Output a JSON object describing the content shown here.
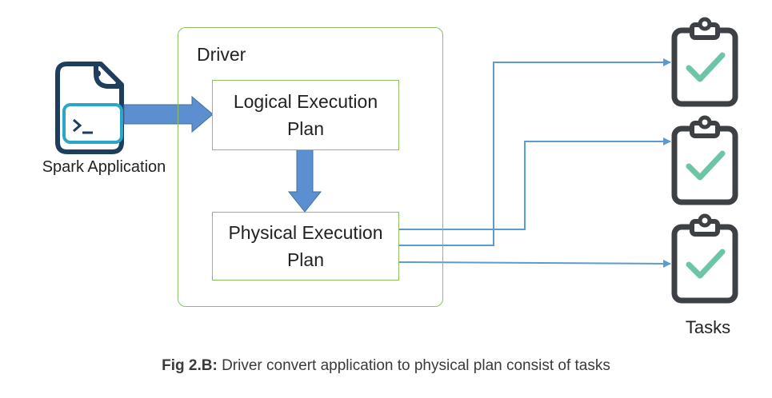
{
  "diagram": {
    "driver_label": "Driver",
    "logical_plan": "Logical Execution\nPlan",
    "physical_plan": "Physical Execution\nPlan",
    "spark_app_label": "Spark Application",
    "tasks_label": "Tasks"
  },
  "caption": {
    "prefix": "Fig 2.B:",
    "text": "Driver convert application to physical plan consist of tasks"
  },
  "colors": {
    "box_border": "#8cc063",
    "arrow_fill": "#5b8fd0",
    "line": "#5b9bd5",
    "icon_dark": "#1f3d5c",
    "icon_accent": "#2aa6c8",
    "clipboard": "#3d4145",
    "check": "#6cc5a5"
  },
  "icons": [
    "document-terminal-icon",
    "clipboard-check-icon"
  ]
}
